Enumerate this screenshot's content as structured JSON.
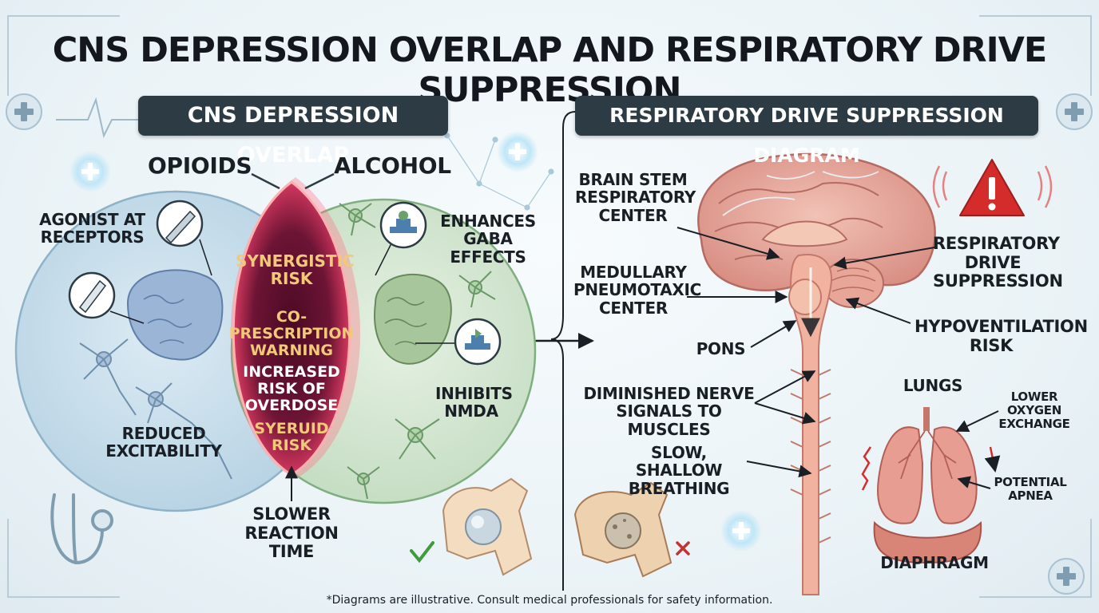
{
  "title": "CNS DEPRESSION OVERLAP AND RESPIRATORY DRIVE SUPPRESSION",
  "left_panel": {
    "heading": "CNS DEPRESSION OVERLAP",
    "circle_left": "OPIOIDS",
    "circle_right": "ALCOHOL",
    "labels": {
      "agonist": "AGONIST AT RECEPTORS",
      "reduced": "REDUCED EXCITABILITY",
      "enhances": "ENHANCES GABA EFFECTS",
      "inhibits": "INHIBITS NMDA",
      "slower": "SLOWER REACTION TIME"
    },
    "overlap": {
      "line1": "SYNERGISTIC RISK",
      "line2": "CO-PRESCRIPTION WARNING",
      "line3": "INCREASED RISK OF OVERDOSE",
      "line4": "SYERUID RISK"
    }
  },
  "right_panel": {
    "heading": "RESPIRATORY DRIVE SUPPRESSION DIAGRAM",
    "labels": {
      "brainstem": "BRAIN STEM RESPIRATORY CENTER",
      "medullary": "MEDULLARY PNEUMOTAXIC CENTER",
      "pons": "PONS",
      "diminished": "DIMINISHED NERVE SIGNALS TO MUSCLES",
      "slow": "SLOW, SHALLOW BREATHING",
      "respiratory": "RESPIRATORY DRIVE SUPPRESSION",
      "hypo": "HYPOVENTILATION RISK",
      "lungs": "LUNGS",
      "lower": "LOWER OXYGEN EXCHANGE",
      "potential": "POTENTIAL APNEA",
      "diaphragm": "DIAPHRAGM"
    }
  },
  "footnote": "*Diagrams are illustrative. Consult medical professionals for safety information.",
  "colors": {
    "opioid_circle": "#c9dde9",
    "alcohol_circle": "#d3e6d2",
    "overlap_core": "#5a0f2c",
    "overlap_glow": "#e8456a",
    "overlap_gold": "#f2c879",
    "pill": "#2d3b45",
    "warning_red": "#d42b2b"
  }
}
